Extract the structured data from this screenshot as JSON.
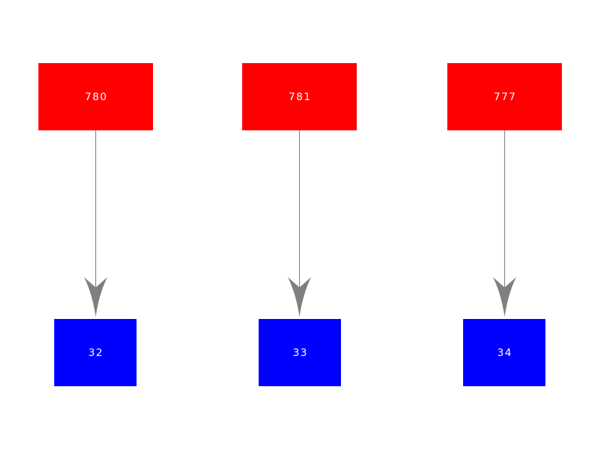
{
  "diagram": {
    "background_color": "#ffffff",
    "source_fill_color": "#ff0000",
    "target_fill_color": "#0000ff",
    "node_label_color": "#ffffff",
    "edge_color": "#808080",
    "nodes": {
      "sources": [
        {
          "label": "780"
        },
        {
          "label": "781"
        },
        {
          "label": "777"
        }
      ],
      "targets": [
        {
          "label": "32"
        },
        {
          "label": "33"
        },
        {
          "label": "34"
        }
      ]
    },
    "edges": [
      {
        "from": "780",
        "to": "32"
      },
      {
        "from": "781",
        "to": "33"
      },
      {
        "from": "777",
        "to": "34"
      }
    ]
  }
}
